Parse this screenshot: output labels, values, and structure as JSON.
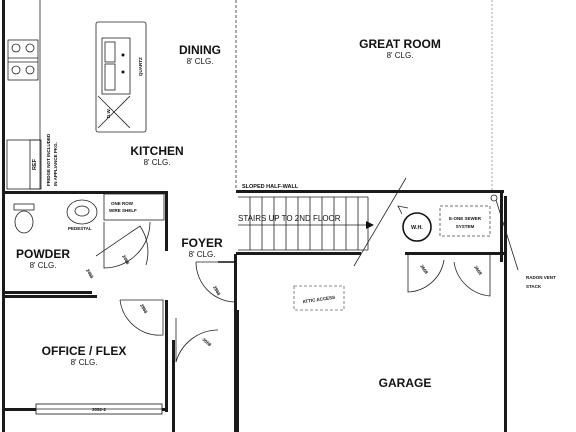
{
  "rooms": {
    "dining": {
      "name": "DINING",
      "clg": "8' CLG."
    },
    "great_room": {
      "name": "GREAT ROOM",
      "clg": "8' CLG."
    },
    "kitchen": {
      "name": "KITCHEN",
      "clg": "8' CLG."
    },
    "powder": {
      "name": "POWDER",
      "clg": "8' CLG."
    },
    "foyer": {
      "name": "FOYER",
      "clg": "8' CLG."
    },
    "office": {
      "name": "OFFICE / FLEX",
      "clg": "8' CLG."
    },
    "garage": {
      "name": "GARAGE"
    }
  },
  "annotations": {
    "ref": "REF",
    "fridge_note_1": "FRIDGE NOT INCLUDED",
    "fridge_note_2": "IN APPLIANCE PKG.",
    "quartz": "QUARTZ",
    "dw": "D.W.",
    "pedestal": "PEDESTAL",
    "shelf_1": "ONE ROW",
    "shelf_2": "WIRE SHELF",
    "sloped_wall": "SLOPED HALF-WALL",
    "stairs": "STAIRS UP TO 2ND FLOOR",
    "wh": "W.H.",
    "sewer_1": "E-ONE SEWER",
    "sewer_2": "SYSTEM",
    "attic": "ATTIC ACCESS",
    "radon_1": "RADON VENT",
    "radon_2": "STACK"
  },
  "door_tags": {
    "d1": "2468",
    "d2": "2468",
    "d3": "2868",
    "d4": "2868",
    "d5": "3068",
    "d6": "2668",
    "d7": "2668",
    "window": "3052-2"
  }
}
